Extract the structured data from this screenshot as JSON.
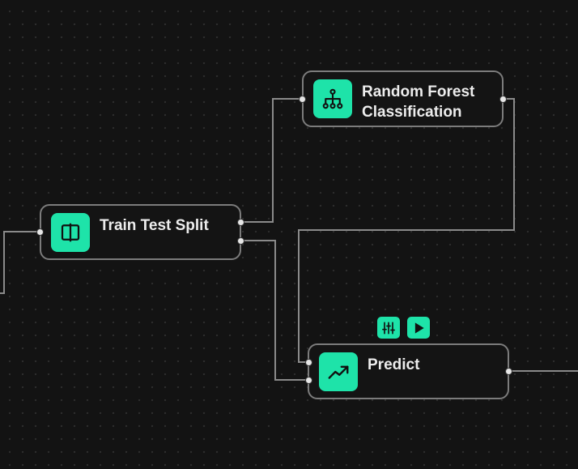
{
  "nodes": {
    "random_forest": {
      "label_line1": "Random Forest",
      "label_line2": "Classification",
      "icon": "hierarchy-tree-icon"
    },
    "train_test_split": {
      "label": "Train Test Split",
      "icon": "split-columns-icon"
    },
    "predict": {
      "label": "Predict",
      "icon": "trending-up-chart-icon",
      "toolbar": [
        "sliders-settings-icon",
        "play-icon"
      ]
    }
  },
  "colors": {
    "canvas_background": "#131313",
    "grid_dot": "#2e2e2e",
    "node_background": "#141414",
    "node_border": "#7c7c7c",
    "accent": "#1ee3a9",
    "edge": "#8a8a8a",
    "text": "#ededed"
  }
}
